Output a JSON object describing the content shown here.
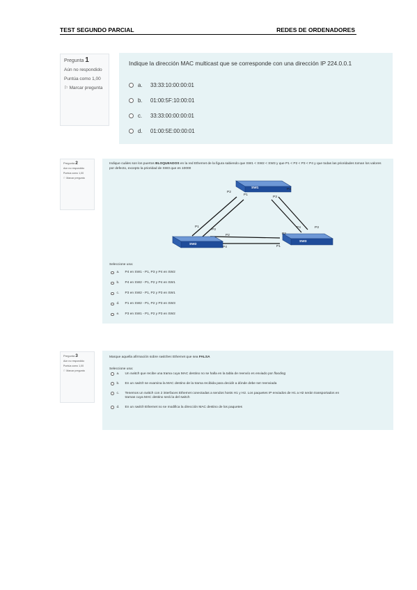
{
  "header": {
    "left": "TEST SEGUNDO PARCIAL",
    "right": "REDES DE ORDENADORES"
  },
  "questions": [
    {
      "label": "Pregunta",
      "number": "1",
      "status": "Aún no respondido",
      "score": "Puntúa como 1,00",
      "flag": "Marcar pregunta",
      "text": "Indique la dirección MAC multicast que se corresponde con una dirección IP 224.0.0.1",
      "options": [
        {
          "letter": "a.",
          "text": "33:33:10:00:00:01"
        },
        {
          "letter": "b.",
          "text": "01:00:5F:10:00:01"
        },
        {
          "letter": "c.",
          "text": "33:33:00:00:00:01"
        },
        {
          "letter": "d.",
          "text": "01:00:5E:00:00:01"
        }
      ]
    },
    {
      "label": "Pregunta",
      "number": "2",
      "status": "Aún no respondido",
      "score": "Puntúa como 1,00",
      "flag": "Marcar pregunta",
      "text_pre": "Indique cuáles son los puertos ",
      "text_bold": "BLOQUEADOS",
      "text_post": " en la red Ethernet de la figura sabiendo que SW1 < SW2 < SW3 y que P1 < P2 < P3 < P4 y que todas las prioridades toman los valores por defecto, excepto la prioridad de SW3 que es 10000",
      "select_label": "Seleccione una:",
      "options": [
        {
          "letter": "a.",
          "text": "P4 en SW1 - P1, P3 y P4 en SW2"
        },
        {
          "letter": "b.",
          "text": "P4 en SW2 - P1, P2 y P4 en SW1"
        },
        {
          "letter": "c.",
          "text": "P3 en SW2 - P1, P2 y P3 en SW1"
        },
        {
          "letter": "d.",
          "text": "P1 en SW2 - P1, P2 y P3 en SW3"
        },
        {
          "letter": "e.",
          "text": "P3 en SW1 - P1, P2 y P3 en SW2"
        }
      ],
      "diagram": {
        "switches": [
          "SW1",
          "SW2",
          "SW3"
        ],
        "ports": [
          "P1",
          "P2",
          "P3",
          "P4"
        ],
        "colors": {
          "switch_top": "#5b86c8",
          "switch_body": "#1f4c9a",
          "link": "#111111"
        }
      }
    },
    {
      "label": "Pregunta",
      "number": "3",
      "status": "Aún no respondido",
      "score": "Puntúa como 1,00",
      "flag": "Marcar pregunta",
      "text_pre": "Marque aquella afirmación sobre ",
      "text_italic": "switches",
      "text_mid": " Ethernet que sea ",
      "text_bold": "FALSA",
      "select_label": "Seleccione una:",
      "options": [
        {
          "letter": "a.",
          "pre": "Un ",
          "italic": "switch",
          "post": " que recibe una trama cuya MAC destino no se halla en la tabla de reenvío es enviado por ",
          "italic2": "flooding"
        },
        {
          "letter": "b.",
          "pre": "En un ",
          "italic": "switch",
          "post": " se examina la MAC destino de la trama recibida para decidir a dónde debe ser reenviada",
          "italic2": ""
        },
        {
          "letter": "c.",
          "pre": "Tenemos un ",
          "italic": "switch",
          "post": " con 2 interfaces Ethernet conectadas a sendos hosts H1 y H2. Los paquetes IP enviados de H1 a H2 serán transportados en tramas cuya MAC destino será la del switch",
          "italic2": ""
        },
        {
          "letter": "d.",
          "pre": "En un ",
          "italic": "switch",
          "post": " Ethernet no se modifica la dirección MAC destino de los paquetes",
          "italic2": ""
        }
      ]
    }
  ]
}
